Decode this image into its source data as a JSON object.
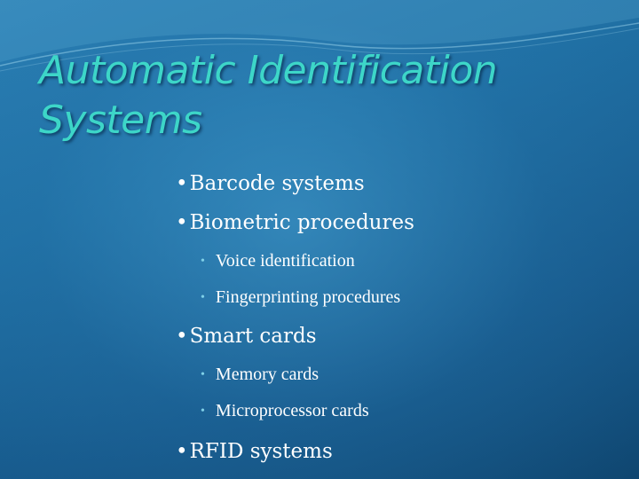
{
  "slide": {
    "title_line1": "Automatic Identification",
    "title_line2": "Systems",
    "bullets": [
      {
        "label": "Barcode systems"
      },
      {
        "label": "Biometric procedures"
      },
      {
        "label": "Voice identification"
      },
      {
        "label": "Fingerprinting procedures"
      },
      {
        "label": "Smart cards"
      },
      {
        "label": "Memory cards"
      },
      {
        "label": "Microprocessor cards"
      },
      {
        "label": "RFID systems"
      }
    ],
    "bullet_symbol": "•",
    "colors": {
      "background": "#1b5f8c",
      "title": "#3dd6c8",
      "text": "#ffffff",
      "sub_bullet": "#7fd0e8"
    }
  }
}
